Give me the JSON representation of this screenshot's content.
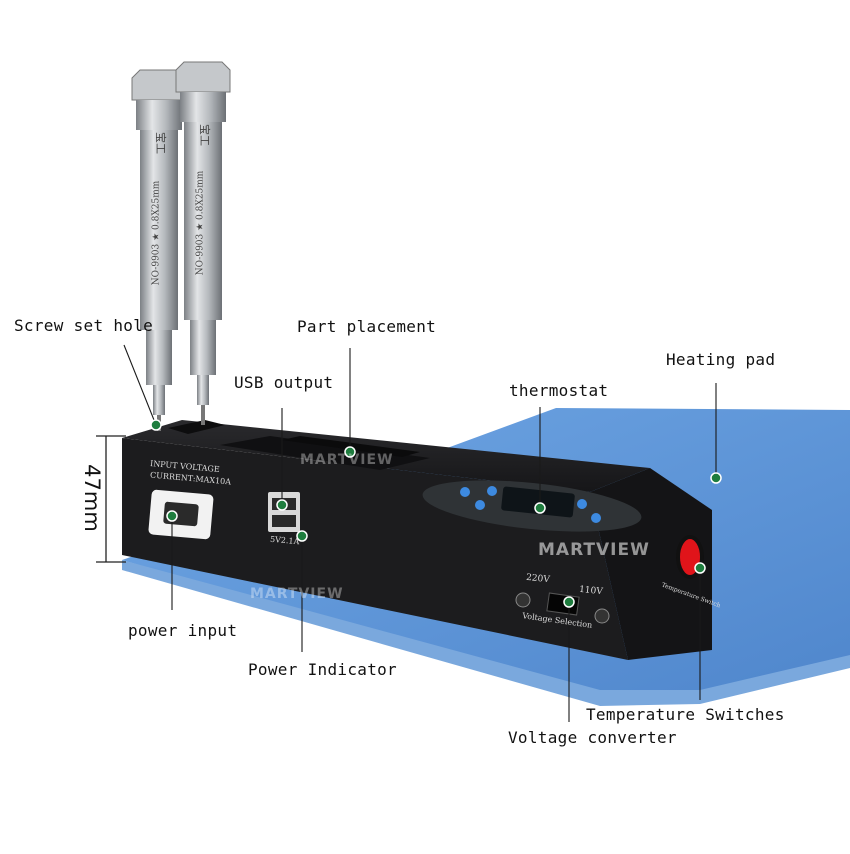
{
  "colors": {
    "pad": "#5b94d6",
    "pad_edge": "#6f9fd8",
    "device": "#1c1c1e",
    "marker": "#1e7d3e",
    "steel": "#a9adb1",
    "switch": "#e0141a"
  },
  "labels": {
    "screw_set_hole": "Screw set hole",
    "part_placement": "Part placement",
    "usb_output": "USB output",
    "thermostat": "thermostat",
    "heating_pad": "Heating pad",
    "power_input": "power input",
    "power_indicator": "Power Indicator",
    "temperature_switches": "Temperature Switches",
    "voltage_converter": "Voltage converter"
  },
  "dimension": {
    "height_label": "47mm"
  },
  "device_text": {
    "input_voltage": "INPUT VOLTAGE",
    "current": "CURRENT:MAX10A",
    "usb_rating": "5V2.1A",
    "v220": "220V",
    "v110": "110V",
    "voltage_selection": "Voltage Selection",
    "temperature_switch": "Temperature Switch"
  },
  "screwdriver_text": {
    "model": "NO-9903 ★ 0.8X25mm",
    "brand": "宝工"
  },
  "watermark": "MARTVIEW"
}
